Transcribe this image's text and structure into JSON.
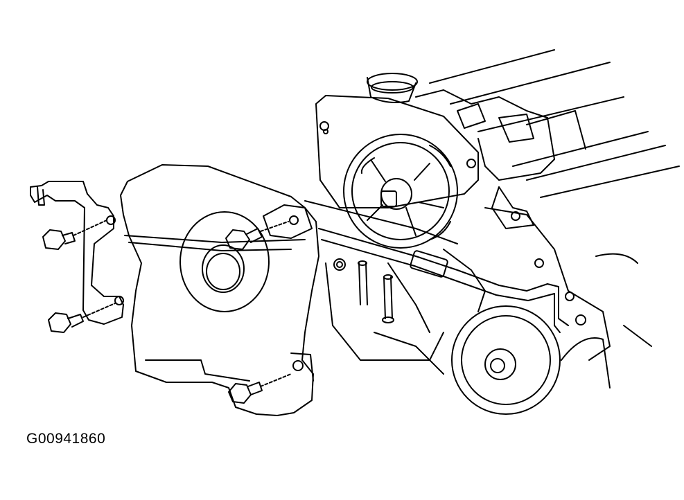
{
  "figure": {
    "id_label": "G00941860",
    "colors": {
      "line": "#000000",
      "background": "#ffffff"
    },
    "parts": [
      "engine-block",
      "cylinder-head",
      "oil-filler-cap",
      "camshaft-sprocket",
      "timing-belt-cover",
      "crankshaft-opening",
      "engine-mount-bracket",
      "cover-bolt",
      "crankshaft-pulley",
      "hose"
    ]
  }
}
